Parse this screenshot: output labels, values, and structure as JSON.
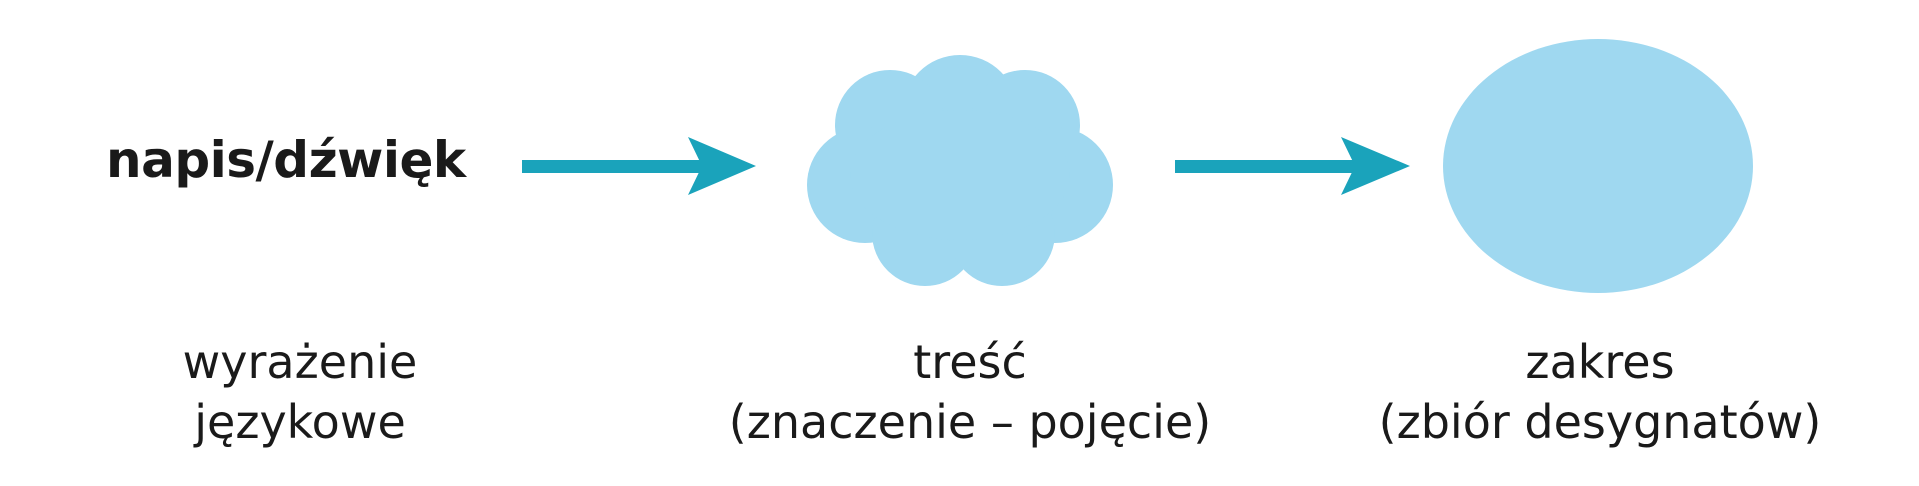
{
  "diagram": {
    "source_label": "napis/dźwięk",
    "captions": [
      {
        "line1": "wyrażenie",
        "line2": "językowe"
      },
      {
        "line1": "treść",
        "line2": "(znaczenie – pojęcie)"
      },
      {
        "line1": "zakres",
        "line2": "(zbiór desygnatów)"
      }
    ],
    "colors": {
      "arrow": "#1aa3bb",
      "shape_fill": "#9fd8f0",
      "text": "#1a1a1a"
    },
    "icons": [
      "arrow-right-icon",
      "cloud-shape",
      "ellipse-shape"
    ]
  }
}
